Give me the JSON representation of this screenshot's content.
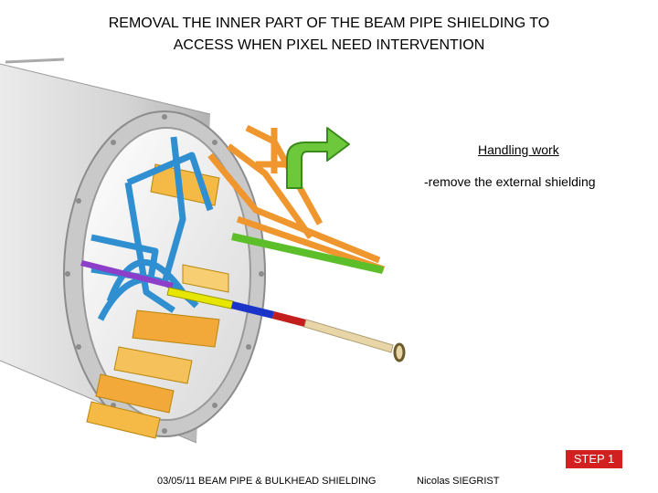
{
  "title": {
    "line1": "REMOVAL THE INNER PART OF THE BEAM PIPE SHIELDING TO",
    "line2": "ACCESS WHEN PIXEL NEED INTERVENTION"
  },
  "notes": {
    "heading": "Handling work",
    "item": "-remove the external shielding"
  },
  "step_badge": "STEP 1",
  "footer": {
    "date_subject": "03/05/11  BEAM PIPE & BULKHEAD SHIELDING",
    "author": "Nicolas SIEGRIST"
  },
  "colors": {
    "accent_green": "#6dc83c",
    "step_red": "#d21f1f",
    "structure_blue": "#2f8fd0",
    "structure_orange": "#f0962e"
  },
  "icons": {
    "arrow": "curved-arrow-right-icon"
  }
}
